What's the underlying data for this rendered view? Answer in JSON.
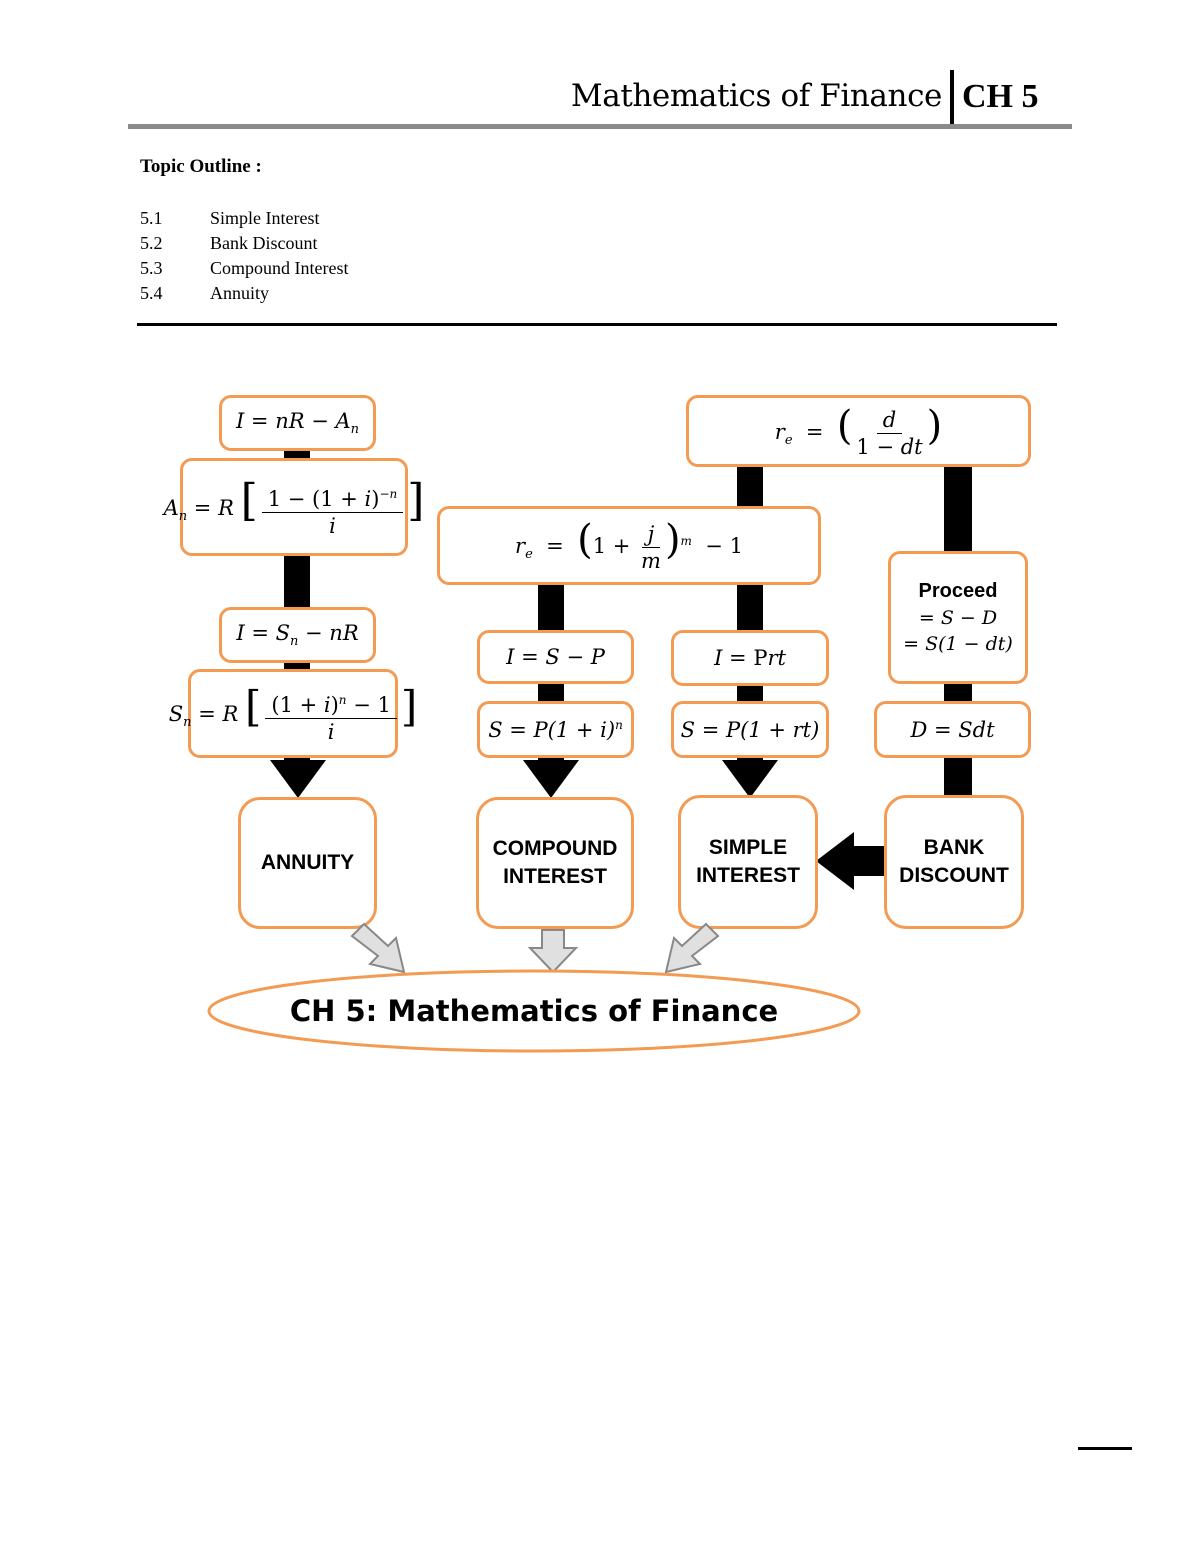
{
  "header": {
    "title": "Mathematics of Finance",
    "chapter": "CH 5"
  },
  "outline": {
    "title": "Topic Outline :",
    "items": [
      {
        "num": "5.1",
        "label": "Simple Interest"
      },
      {
        "num": "5.2",
        "label": "Bank Discount"
      },
      {
        "num": "5.3",
        "label": "Compound Interest"
      },
      {
        "num": "5.4",
        "label": "Annuity"
      }
    ]
  },
  "diagram": {
    "topics": {
      "annuity": "ANNUITY",
      "compound": "COMPOUND INTEREST",
      "simple": "SIMPLE INTEREST",
      "bank": "BANK DISCOUNT"
    },
    "center": "CH 5: Mathematics of Finance",
    "proceed_title": "Proceed",
    "colors": {
      "box_border": "#f39a53",
      "arrow": "#000000",
      "hollow_arrow_fill": "#d9d9d9"
    }
  }
}
